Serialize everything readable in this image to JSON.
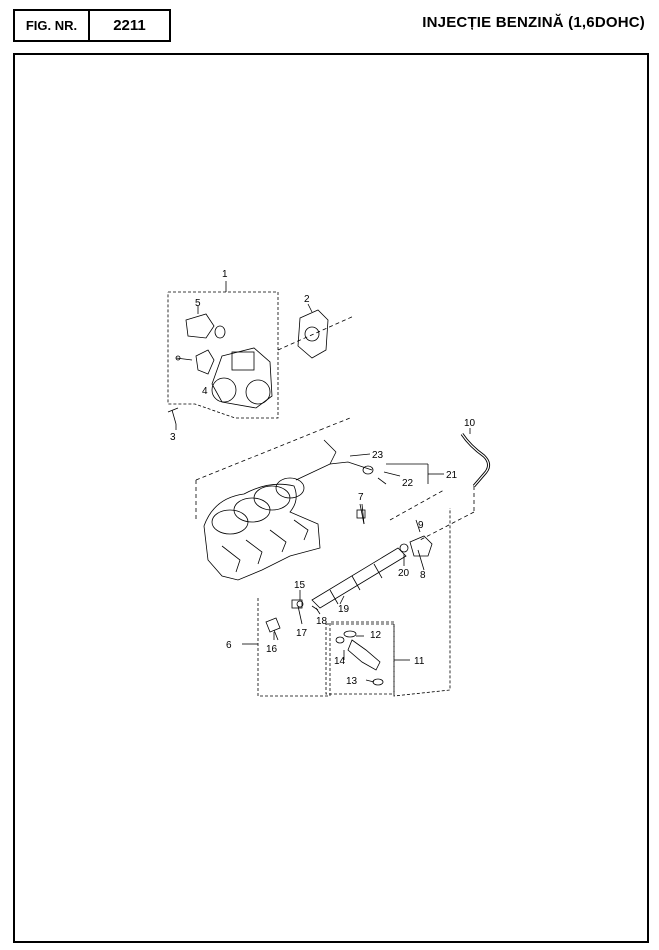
{
  "header": {
    "fig_label": "FIG. NR.",
    "fig_number": "2211",
    "title": "INJECȚIE BENZINĂ (1,6DOHC)"
  },
  "callouts": [
    "1",
    "2",
    "3",
    "4",
    "5",
    "6",
    "7",
    "8",
    "9",
    "10",
    "11",
    "12",
    "13",
    "14",
    "15",
    "16",
    "17",
    "18",
    "19",
    "20",
    "21",
    "22",
    "23"
  ]
}
